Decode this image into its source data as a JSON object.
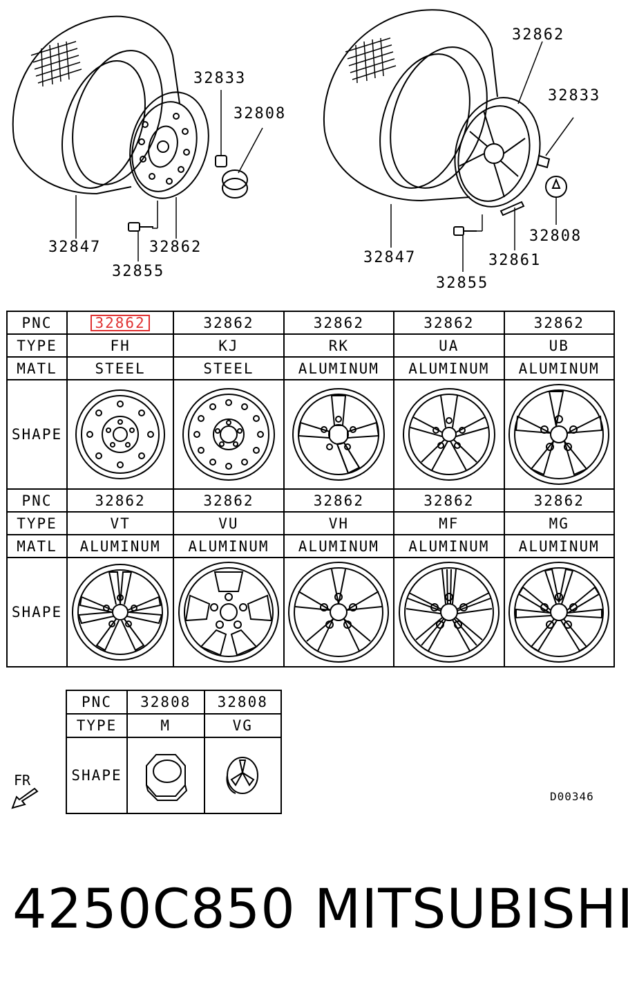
{
  "diagram": {
    "left_callouts": {
      "tire": "32847",
      "rim": "32862",
      "valve": "32855",
      "nut": "32833",
      "cap": "32808"
    },
    "right_callouts": {
      "tire": "32847",
      "rim": "32862",
      "valve": "32855",
      "nut": "32833",
      "cap": "32808",
      "weight": "32861"
    }
  },
  "main_table": {
    "labels": {
      "pnc": "PNC",
      "type": "TYPE",
      "matl": "MATL",
      "shape": "SHAPE"
    },
    "rows": [
      {
        "pnc": [
          "32862",
          "32862",
          "32862",
          "32862",
          "32862"
        ],
        "type": [
          "FH",
          "KJ",
          "RK",
          "UA",
          "UB"
        ],
        "matl": [
          "STEEL",
          "STEEL",
          "ALUMINUM",
          "ALUMINUM",
          "ALUMINUM"
        ]
      },
      {
        "pnc": [
          "32862",
          "32862",
          "32862",
          "32862",
          "32862"
        ],
        "type": [
          "VT",
          "VU",
          "VH",
          "MF",
          "MG"
        ],
        "matl": [
          "ALUMINUM",
          "ALUMINUM",
          "ALUMINUM",
          "ALUMINUM",
          "ALUMINUM"
        ]
      }
    ]
  },
  "cap_table": {
    "labels": {
      "pnc": "PNC",
      "type": "TYPE",
      "shape": "SHAPE"
    },
    "pnc": [
      "32808",
      "32808"
    ],
    "type": [
      "M",
      "VG"
    ]
  },
  "fr_label": "FR",
  "diagram_code": "D00346",
  "footer": {
    "part_number": "4250C850",
    "brand": "MITSUBISHI"
  },
  "highlight_color": "#e03030"
}
